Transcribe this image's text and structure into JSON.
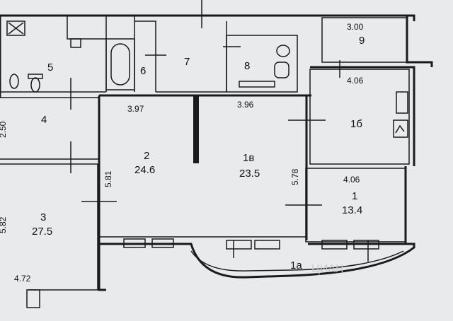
{
  "rooms": [
    {
      "id": "r5",
      "number": "5",
      "area": ""
    },
    {
      "id": "r6",
      "number": "6",
      "area": ""
    },
    {
      "id": "r7",
      "number": "7",
      "area": ""
    },
    {
      "id": "r8",
      "number": "8",
      "area": ""
    },
    {
      "id": "r9",
      "number": "9",
      "area": "3.00"
    },
    {
      "id": "r4",
      "number": "4",
      "area": ""
    },
    {
      "id": "r2",
      "number": "2",
      "area": "24.6"
    },
    {
      "id": "r1v",
      "number": "1в",
      "area": "23.5"
    },
    {
      "id": "r1b",
      "number": "1б",
      "area": ""
    },
    {
      "id": "r1",
      "number": "1",
      "area": "13.4"
    },
    {
      "id": "r3",
      "number": "3",
      "area": "27.5"
    },
    {
      "id": "r1a",
      "number": "1а",
      "area": ""
    }
  ],
  "dimensions": {
    "d397": "3.97",
    "d396": "3.96",
    "d406a": "4.06",
    "d406b": "4.06",
    "d581": "5.81",
    "d578": "5.78",
    "d472": "4.72",
    "d250": "2.50",
    "d582": "5.82"
  },
  "watermark": "ЦИАН",
  "colors": {
    "background": "#e9eaec",
    "walls": "#1a1a1a"
  }
}
